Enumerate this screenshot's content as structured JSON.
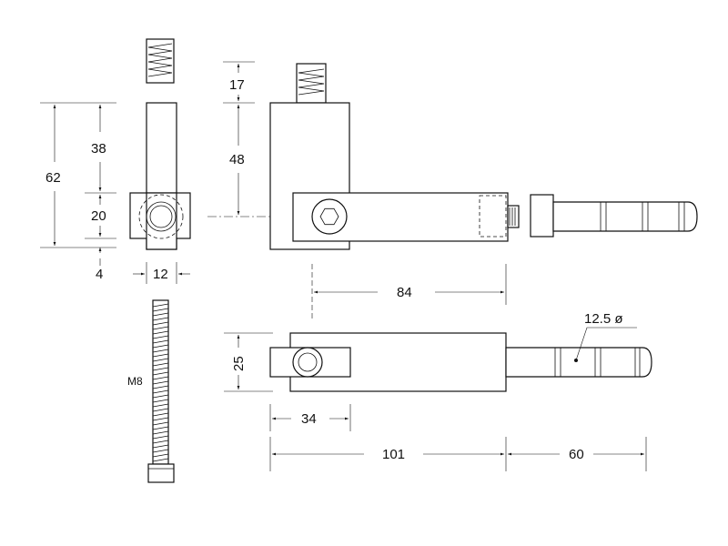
{
  "dimensions": {
    "d17": "17",
    "d38": "38",
    "d62": "62",
    "d48": "48",
    "d20": "20",
    "d4": "4",
    "d12": "12",
    "d84": "84",
    "d25": "25",
    "d34": "34",
    "d101": "101",
    "d60": "60",
    "diameter": "12.5 ø"
  },
  "labels": {
    "thread": "M8"
  },
  "colors": {
    "line": "#111111",
    "background": "#ffffff"
  }
}
